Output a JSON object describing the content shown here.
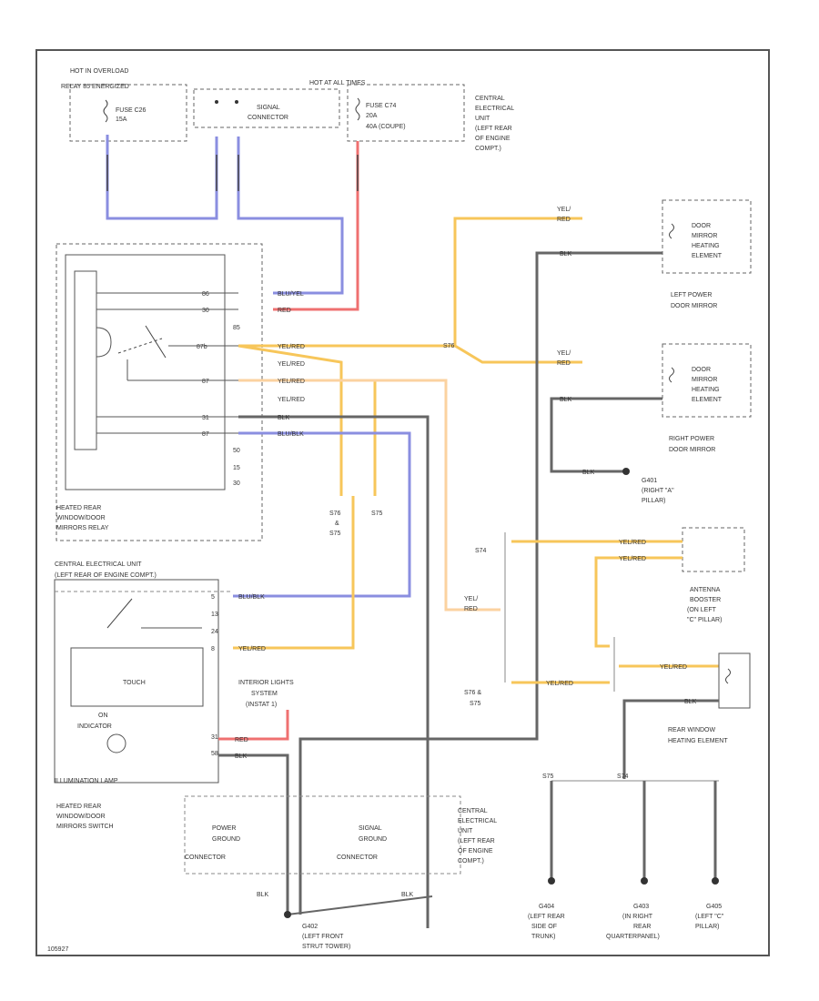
{
  "header": {
    "hot_overload": [
      "HOT IN OVERLOAD",
      "RELAY 85 ENERGIZED"
    ],
    "hot_fuses": "HOT AT ALL TIMES"
  },
  "fuses": {
    "c26": [
      "FUSE C26",
      "15A"
    ],
    "c74": [
      "FUSE C74",
      "20A",
      "40A (COUPE)"
    ],
    "signal_connector": [
      "SIGNAL",
      "CONNECTOR"
    ]
  },
  "ceu_top": [
    "CENTRAL",
    "ELECTRICAL",
    "UNIT",
    "(LEFT REAR",
    "OF ENGINE",
    "COMPT.)"
  ],
  "relay": {
    "pins": [
      "86",
      "30",
      "85",
      "87b",
      "87",
      "31",
      "87",
      "50",
      "15",
      "30"
    ],
    "label": [
      "HEATED REAR",
      "WINDOW/DOOR",
      "MIRRORS RELAY"
    ]
  },
  "wires": {
    "blu_yel": "BLU/YEL",
    "red": "RED",
    "yel_red": "YEL/RED",
    "blk": "BLK",
    "blu_blk": "BLU/BLK",
    "yel_red_split": [
      "YEL/",
      "RED"
    ]
  },
  "splices": {
    "s76": "S76",
    "s75": "S75",
    "s74": "S74",
    "s76_s75": [
      "S76",
      "&",
      "S75"
    ],
    "s76_s75_b": [
      "S76 &",
      "S75"
    ],
    "s75_bottom": "S75",
    "s74_bottom": "S74"
  },
  "mirrors": {
    "left_element": [
      "DOOR",
      "MIRROR",
      "HEATING",
      "ELEMENT"
    ],
    "left_title": [
      "LEFT POWER",
      "DOOR MIRROR"
    ],
    "right_element": [
      "DOOR",
      "MIRROR",
      "HEATING",
      "ELEMENT"
    ],
    "right_title": [
      "RIGHT POWER",
      "DOOR MIRROR"
    ]
  },
  "grounds": {
    "g401": [
      "G401",
      "(RIGHT \"A\"",
      "PILLAR)"
    ],
    "g402": [
      "G402",
      "(LEFT FRONT",
      "STRUT TOWER)"
    ],
    "g404": [
      "G404",
      "(LEFT REAR",
      "SIDE OF",
      "TRUNK)"
    ],
    "g403": [
      "G403",
      "(IN RIGHT",
      "REAR",
      "QUARTERPANEL)"
    ],
    "g405": [
      "G405",
      "(LEFT \"C\"",
      "PILLAR)"
    ]
  },
  "antenna": [
    "ANTENNA",
    "BOOSTER",
    "(ON LEFT",
    "\"C\" PILLAR)"
  ],
  "rear_window": [
    "REAR WINDOW",
    "HEATING ELEMENT"
  ],
  "ceu_lower": {
    "title": [
      "CENTRAL ELECTRICAL UNIT",
      "(LEFT REAR OF ENGINE COMPT.)"
    ],
    "pins": [
      "5",
      "13",
      "24",
      "8"
    ],
    "touch": "TOUCH",
    "on": "ON",
    "indicator": "INDICATOR",
    "illumination": "ILLUMINATION LAMP",
    "pins2": [
      "31",
      "58"
    ]
  },
  "interior_lights": [
    "INTERIOR LIGHTS",
    "SYSTEM",
    "(INSTAT 1)"
  ],
  "switch_label": [
    "HEATED REAR",
    "WINDOW/DOOR",
    "MIRRORS SWITCH"
  ],
  "connectors": {
    "power": [
      "POWER",
      "GROUND",
      "CONNECTOR"
    ],
    "signal": [
      "SIGNAL",
      "GROUND",
      "CONNECTOR"
    ],
    "ceu": [
      "CENTRAL",
      "ELECTRICAL",
      "UNIT",
      "(LEFT REAR",
      "OF ENGINE",
      "COMPT.)"
    ]
  },
  "footer_id": "105927"
}
